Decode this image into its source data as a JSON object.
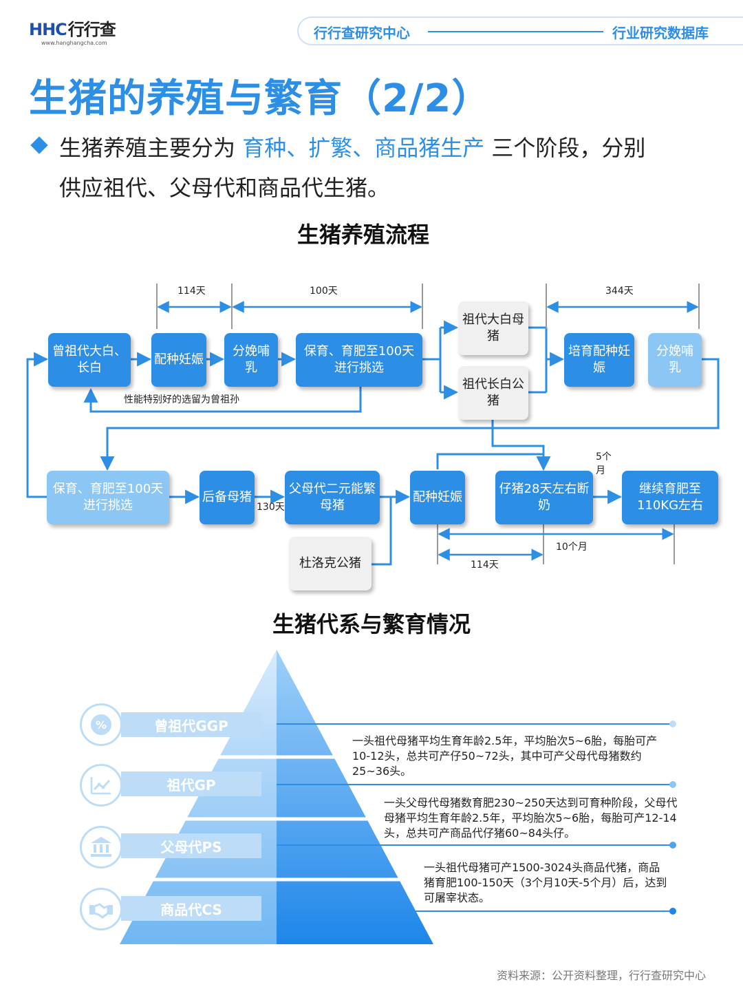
{
  "header": {
    "logo_text": "HHC",
    "logo_cn": "行行查",
    "logo_url": "www.hanghangcha.com",
    "left": "行行查研究中心",
    "right": "行业研究数据库"
  },
  "page_title": "生猪的养殖与繁育（2/2）",
  "intro": {
    "part1": "生猪养殖主要分为",
    "highlight": "育种、扩繁、商品猪生产",
    "part2": "三个阶段，分别",
    "line2": "供应祖代、父母代和商品代生猪。"
  },
  "flow": {
    "title": "生猪养殖流程",
    "boxes": {
      "b1": "曾祖代大白、长白",
      "b2": "配种妊娠",
      "b3": "分娩哺乳",
      "b4": "保育、育肥至100天进行挑选",
      "b5": "祖代大白母猪",
      "b6": "祖代长白公猪",
      "b7": "培育配种妊娠",
      "b8": "分娩哺乳",
      "b9": "保育、育肥至100天进行挑选",
      "b10": "后备母猪",
      "b11": "父母代二元能繁母猪",
      "b12": "杜洛克公猪",
      "b13": "配种妊娠",
      "b14": "仔猪28天左右断奶",
      "b15": "继续育肥至110KG左右"
    },
    "labels": {
      "d114_top": "114天",
      "d100": "100天",
      "d344": "344天",
      "feedback": "性能特别好的选留为曾祖孙",
      "d130": "130天",
      "m5": "5个月",
      "m10": "10个月",
      "d114_bottom": "114天"
    }
  },
  "pyramid": {
    "title": "生猪代系与繁育情况",
    "levels": [
      {
        "label": "曾祖代GGP",
        "icon": "percent-badge-icon"
      },
      {
        "label": "祖代GP",
        "icon": "line-chart-icon"
      },
      {
        "label": "父母代PS",
        "icon": "bank-building-icon"
      },
      {
        "label": "商品代CS",
        "icon": "handshake-icon"
      }
    ],
    "descriptions": [
      "一头祖代母猪平均生育年龄2.5年，平均胎次5~6胎，每胎可产10-12头，总共可产仔50~72头，其中可产父母代母猪数约25~36头。",
      "一头父母代母猪数育肥230~250天达到可育种阶段，父母代母猪平均生育年龄2.5年，平均胎次5~6胎，每胎可产12-14头，总共可产商品代仔猪60~84头仔。",
      "一头祖代母猪可产1500-3024头商品代猪，商品猪育肥100-150天（3个月10天-5个月）后，达到可屠宰状态。"
    ]
  },
  "source": "资料来源：公开资料整理，行行查研究中心"
}
